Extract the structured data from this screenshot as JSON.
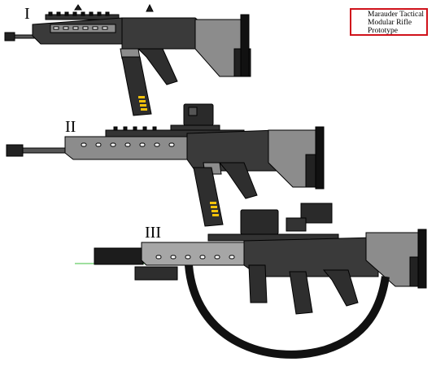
{
  "caption": {
    "line1": "Marauder Tactical",
    "line2": "Modular Rifle",
    "line3": "Prototype"
  },
  "variants": [
    {
      "label": "I"
    },
    {
      "label": "II"
    },
    {
      "label": "III"
    }
  ],
  "colors": {
    "dark_body": "#3a3a3a",
    "mid_gray": "#8c8c8c",
    "light_gray": "#a6a6a6",
    "black": "#111111",
    "mag_window": "#f2c20a",
    "laser": "#3fbf3f",
    "caption_border": "#d0121b"
  }
}
